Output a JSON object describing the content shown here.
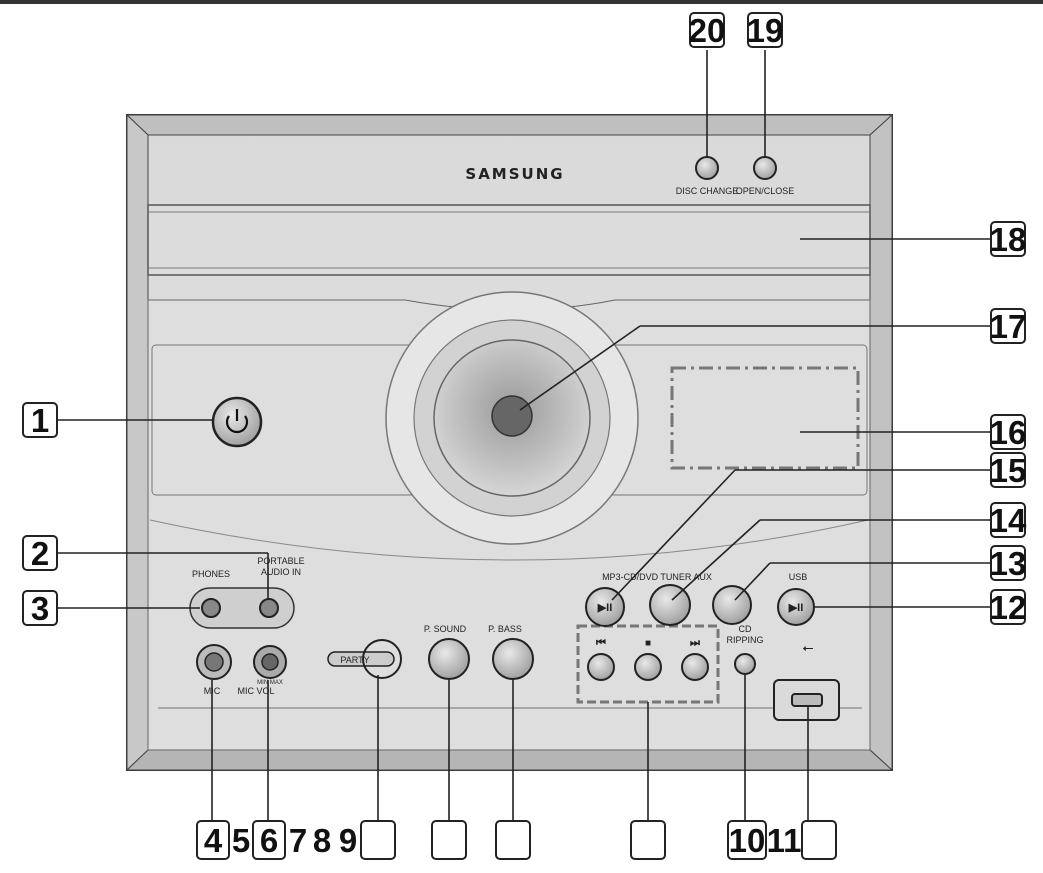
{
  "brand": "SAMSUNG",
  "labels": {
    "disc_change": "DISC CHANGE",
    "open_close": "OPEN/CLOSE",
    "phones": "PHONES",
    "portable_audio_in": [
      "PORTABLE",
      "AUDIO IN"
    ],
    "mic": "MIC",
    "mic_vol": "MIC VOL",
    "min_max": "MIN  MAX",
    "party": "PARTY",
    "p_sound": "P. SOUND",
    "p_bass": "P. BASS",
    "mode_buttons": "MP3-CD/DVD  TUNER  AUX",
    "usb": "USB",
    "cd_ripping": [
      "CD",
      "RIPPING"
    ],
    "skip_back": "⏮",
    "stop": "■",
    "skip_fwd": "⏭",
    "play_pause": "▶II",
    "usb_symbol": "⭠"
  },
  "callouts": {
    "c1": "1",
    "c2": "2",
    "c3": "3",
    "c4": "4",
    "c5": "5",
    "c6": "6",
    "c7": "7",
    "c8": "8",
    "c9": "9",
    "c10": "10",
    "c11": "11",
    "c12": "12",
    "c13": "13",
    "c14": "14",
    "c15": "15",
    "c16": "16",
    "c17": "17",
    "c18": "18",
    "c19": "19",
    "c20": "20",
    "blank": ""
  }
}
